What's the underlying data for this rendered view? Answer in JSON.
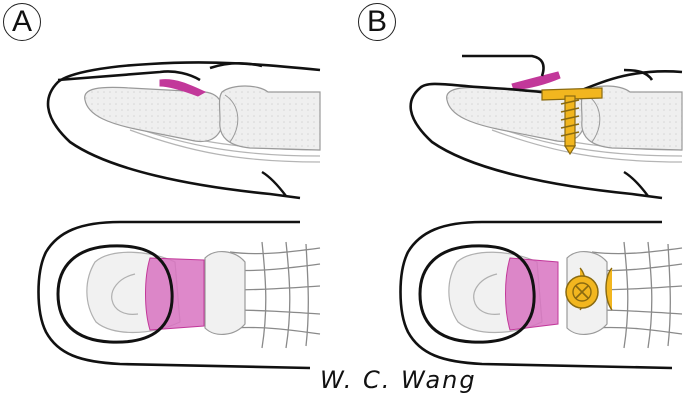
{
  "panels": [
    {
      "label": "A"
    },
    {
      "label": "B"
    }
  ],
  "signature": "W. C. Wang",
  "colors": {
    "ligament": "#c2389a",
    "ligament_fill": "#d873c1",
    "screw": "#f2b61f",
    "screw_outline": "#8a6a10",
    "outline": "#111111",
    "bone_fill": "#ededed",
    "bone_line": "#9a9a9a"
  },
  "icons": [
    "screw-icon",
    "screw-head-icon"
  ]
}
